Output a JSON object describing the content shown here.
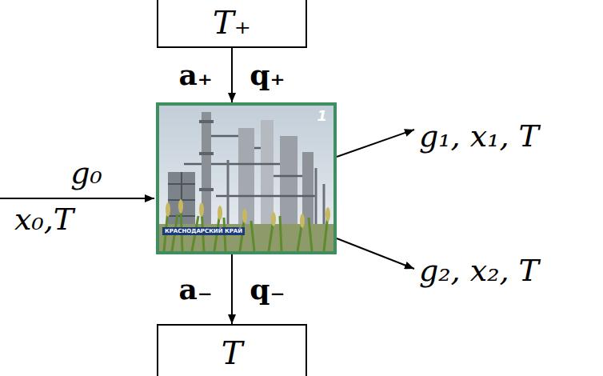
{
  "diagram": {
    "nodes": [
      {
        "text": [
          "T₊"
        ]
      },
      {
        "text": [
          "1",
          "КРАСНОДАРСКИЙ КРАЙ"
        ]
      },
      {
        "text": [
          "T"
        ]
      }
    ],
    "edges": [
      {
        "from": 0,
        "to": 1,
        "label": "a₊ q₊",
        "arrow": "to"
      },
      {
        "from": 1,
        "to": 2,
        "label": "a₋ q₋",
        "arrow": "to"
      }
    ],
    "labels": [
      "g₀",
      "x₀,T",
      "g₁, x₁, T",
      "g₂, x₂, T"
    ]
  }
}
